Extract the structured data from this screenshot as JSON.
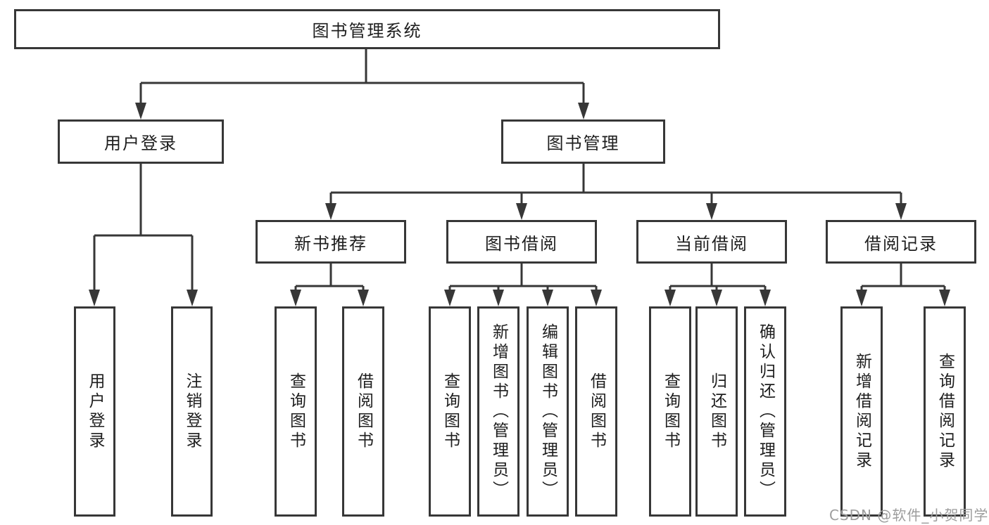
{
  "colors": {
    "line": "#373737",
    "box_border": "#373737",
    "text": "#1e1e1e",
    "watermark": "#9d9d9d",
    "background": "#ffffff"
  },
  "diagram": {
    "root": {
      "label": "图书管理系统"
    },
    "level2": [
      {
        "label": "用户登录"
      },
      {
        "label": "图书管理"
      }
    ],
    "level3": [
      {
        "label": "新书推荐",
        "parent": "图书管理"
      },
      {
        "label": "图书借阅",
        "parent": "图书管理"
      },
      {
        "label": "当前借阅",
        "parent": "图书管理"
      },
      {
        "label": "借阅记录",
        "parent": "图书管理"
      }
    ],
    "leaves": {
      "a1": {
        "label": "用户登录",
        "parent": "用户登录"
      },
      "a2": {
        "label": "注销登录",
        "parent": "用户登录"
      },
      "b1": {
        "label": "查询图书",
        "parent": "新书推荐"
      },
      "b2": {
        "label": "借阅图书",
        "parent": "新书推荐"
      },
      "c1": {
        "label": "查询图书",
        "parent": "图书借阅"
      },
      "c2": {
        "label": "新增图书（管理员）",
        "parent": "图书借阅"
      },
      "c3": {
        "label": "编辑图书（管理员）",
        "parent": "图书借阅"
      },
      "c4": {
        "label": "借阅图书",
        "parent": "图书借阅"
      },
      "d1": {
        "label": "查询图书",
        "parent": "当前借阅"
      },
      "d2": {
        "label": "归还图书",
        "parent": "当前借阅"
      },
      "d3": {
        "label": "确认归还（管理员）",
        "parent": "当前借阅"
      },
      "e1": {
        "label": "新增借阅记录",
        "parent": "借阅记录"
      },
      "e2": {
        "label": "查询借阅记录",
        "parent": "借阅记录"
      }
    }
  },
  "watermark": {
    "text": "CSDN @软件_小贺同学"
  }
}
